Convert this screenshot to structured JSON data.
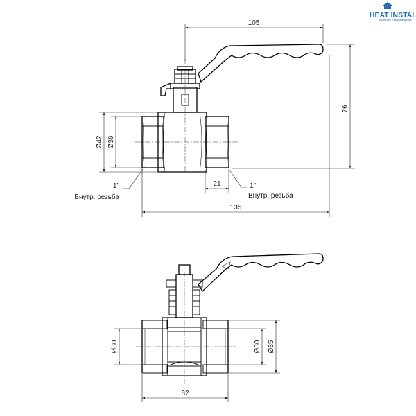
{
  "logo": {
    "name": "HEAT INSTALL",
    "tagline": "отопление и водоснабжение",
    "color": "#1f6fb2"
  },
  "top_view": {
    "dimensions": {
      "handle_length": "105",
      "height": "76",
      "outer_diameter": "Ø42",
      "inner_diameter": "Ø36",
      "thread_length": "21",
      "overall_length": "135"
    },
    "thread_left": {
      "size": "1\"",
      "label": "Внутр. резьба"
    },
    "thread_right": {
      "size": "1\"",
      "label": "Внутр. резьба"
    }
  },
  "section_view": {
    "dimensions": {
      "bore_left": "Ø30",
      "bore_right": "Ø30",
      "outer_right": "Ø35",
      "length": "62"
    }
  }
}
